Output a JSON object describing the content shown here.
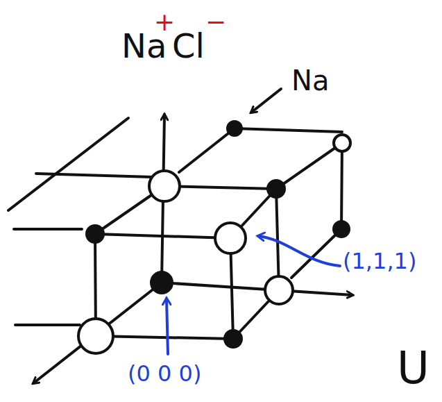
{
  "diagram": {
    "labels": [
      "Na",
      "+",
      "Cl",
      "−",
      "Na",
      "(1,1,1)",
      "(0 0 0)",
      "U"
    ]
  }
}
